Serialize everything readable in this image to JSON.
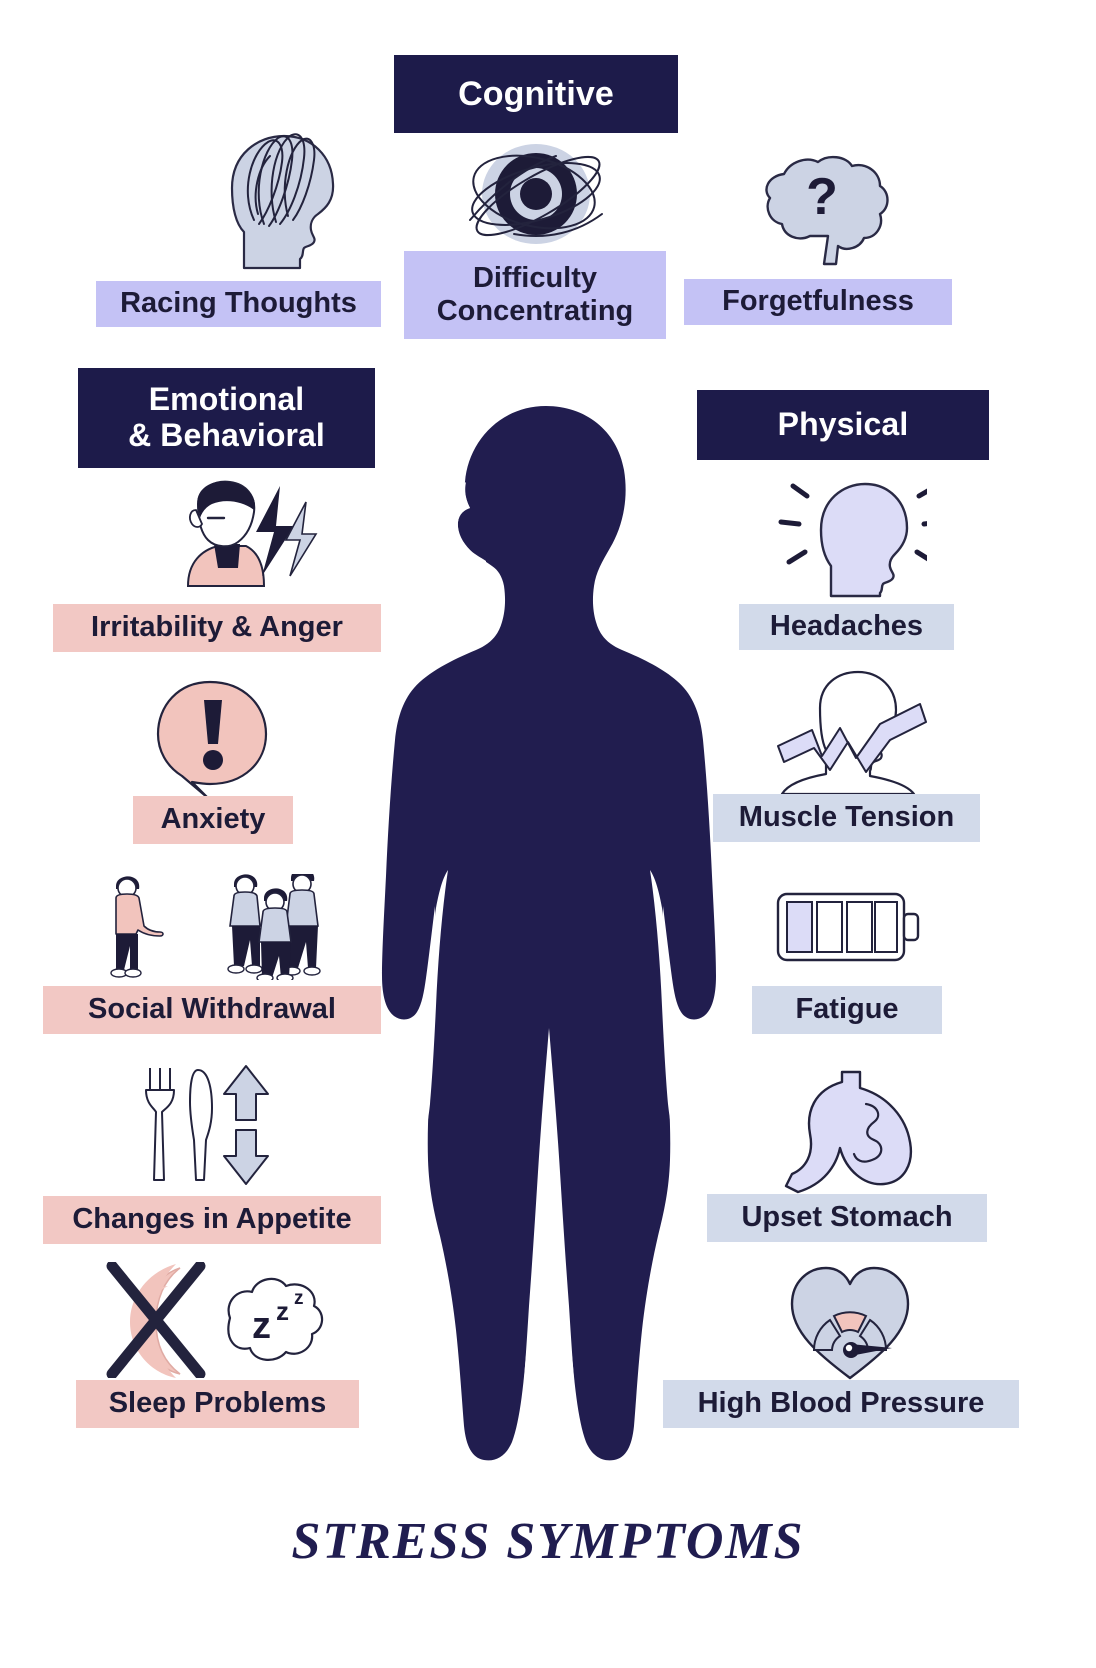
{
  "title": "STRESS SYMPTOMS",
  "colors": {
    "navy": "#1d1b4a",
    "cognitive_chip": "#c4c2f5",
    "emotional_chip": "#f2c8c4",
    "physical_chip": "#d2daea",
    "icon_lavender": "#dcdcf7",
    "icon_blue_grey": "#ccd3e4",
    "icon_pink": "#f2c4bd",
    "text_dark": "#1d1b37",
    "background": "#ffffff"
  },
  "sections": {
    "cognitive": {
      "header": "Cognitive",
      "items": [
        {
          "label": "Racing Thoughts",
          "icon": "head-scribble-icon"
        },
        {
          "label": "Difficulty\nConcentrating",
          "label_line1": "Difficulty",
          "label_line2": "Concentrating",
          "icon": "target-scribble-icon"
        },
        {
          "label": "Forgetfulness",
          "icon": "brain-question-mark-icon"
        }
      ]
    },
    "emotional": {
      "header": "Emotional\n& Behavioral",
      "header_line1": "Emotional",
      "header_line2": "& Behavioral",
      "items": [
        {
          "label": "Irritability & Anger",
          "icon": "angry-person-lightning-icon"
        },
        {
          "label": "Anxiety",
          "icon": "speech-bubble-exclamation-icon"
        },
        {
          "label": "Social Withdrawal",
          "icon": "person-away-from-group-icon"
        },
        {
          "label": "Changes in Appetite",
          "icon": "fork-knife-arrows-icon"
        },
        {
          "label": "Sleep Problems",
          "icon": "crossed-moon-zzz-icon"
        }
      ]
    },
    "physical": {
      "header": "Physical",
      "items": [
        {
          "label": "Headaches",
          "icon": "head-pain-rays-icon"
        },
        {
          "label": "Muscle Tension",
          "icon": "shoulder-lightning-icon"
        },
        {
          "label": "Fatigue",
          "icon": "low-battery-icon"
        },
        {
          "label": "Upset Stomach",
          "icon": "stomach-icon"
        },
        {
          "label": "High Blood Pressure",
          "icon": "heart-gauge-icon"
        }
      ]
    }
  },
  "center_figure": {
    "icon": "human-body-silhouette"
  }
}
